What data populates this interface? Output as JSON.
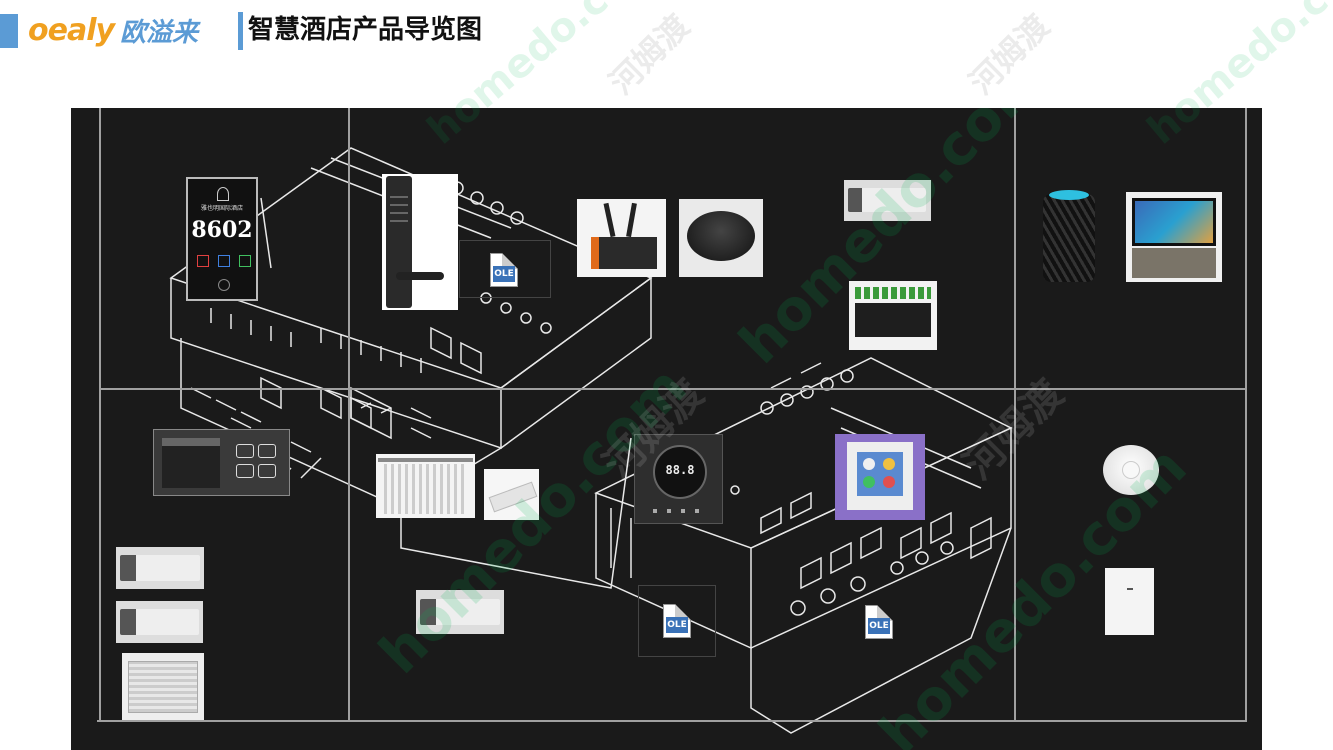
{
  "header": {
    "logo_en": "oealy",
    "logo_cn": "欧溢来",
    "title": "智慧酒店产品导览图"
  },
  "products": {
    "doorplate": {
      "hotel_name": "雅也明国际酒店",
      "room_number": "8602"
    },
    "ole_label": "OLE",
    "thermostat_display": "88.8"
  },
  "watermarks": {
    "en": "homedo.com",
    "cn": "河姆渡"
  },
  "colors": {
    "accent_blue": "#5b9bd5",
    "logo_orange": "#f0a020",
    "stage_bg": "#1a1a1a",
    "grid_line": "#a0a0a0"
  }
}
